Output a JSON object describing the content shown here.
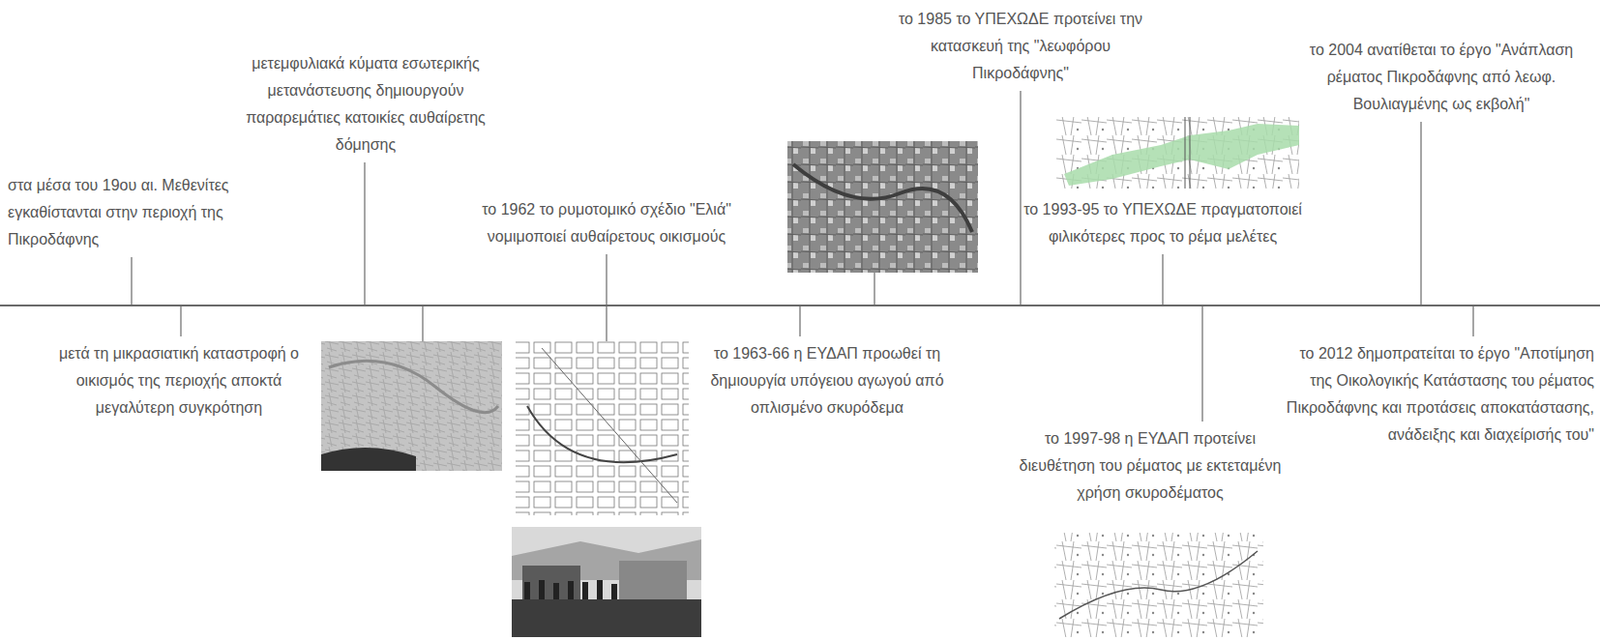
{
  "diagram": {
    "labels": [
      "στα μέσα του 19ου αι. Μεθενίτες εγκαθίστανται στην περιοχή της Πικροδάφνης",
      "μετά τη μικρασιατική καταστροφή ο οικισμός της περιοχής αποκτά μεγαλύτερη συγκρότηση",
      "μετεμφυλιακά κύματα εσωτερικής μετανάστευσης δημιουργούν παραρεμάτιες κατοικίες αυθαίρετης δόμησης",
      "το 1962 το ρυμοτομικό σχέδιο \"Ελιά\" νομιμοποιεί αυθαίρετους οικισμούς",
      "το 1963-66 η ΕΥΔΑΠ προωθεί τη δημιουργία υπόγειου αγωγού από οπλισμένο σκυρόδεμα",
      "το 1985 το ΥΠΕΧΩΔΕ προτείνει την κατασκευή της \"λεωφόρου Πικροδάφνης\"",
      "το 1993-95 το ΥΠΕΧΩΔΕ πραγματοποιεί φιλικότερες προς το ρέμα μελέτες",
      "το 1997-98 η ΕΥΔΑΠ προτείνει διευθέτηση του ρέματος με εκτεταμένη χρήση σκυροδέματος",
      "το 2004 ανατίθεται το έργο \"Ανάπλαση ρέματος Πικροδάφνης από λεωφ. Βουλιαγμένης ως εκβολή\"",
      "το 2012 δημοπρατείται το έργο \"Αποτίμηση της Οικολογικής Κατάστασης του ρέματος Πικροδάφνης και προτάσεις αποκατάστασης, ανάδειξης και διαχείρισής του\""
    ]
  }
}
